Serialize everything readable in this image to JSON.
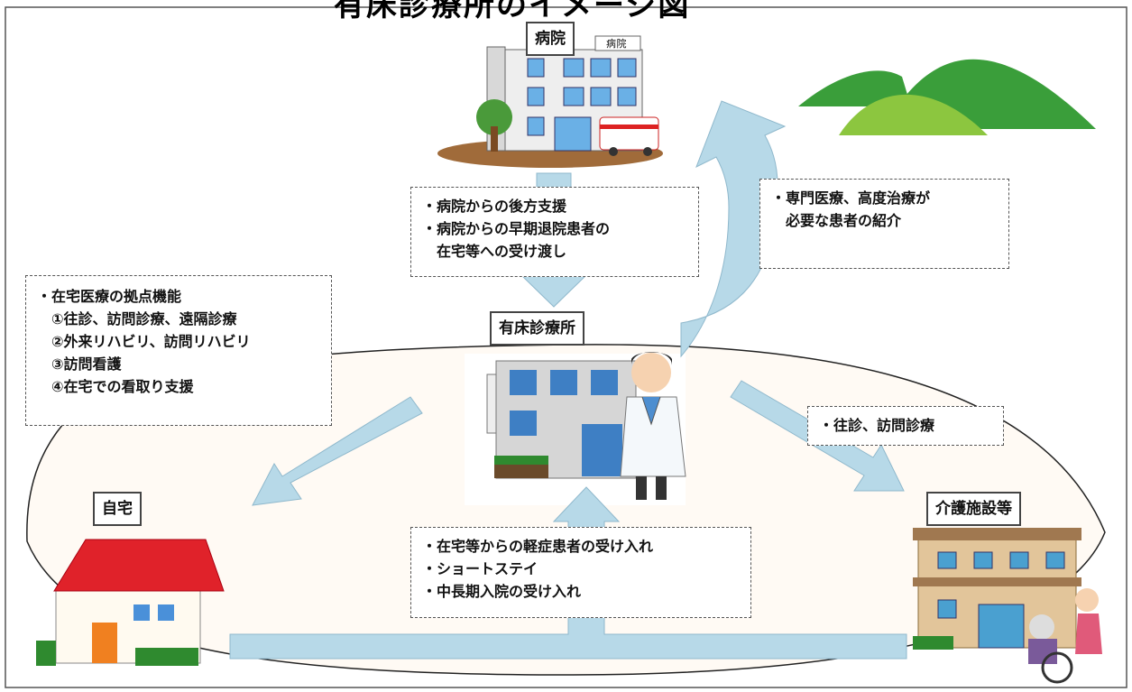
{
  "title": "有床診療所のイメージ図",
  "places": {
    "hospital": "病院",
    "clinic": "有床診療所",
    "home": "自宅",
    "care_facility": "介護施設等"
  },
  "hospital_sign": "病院",
  "notes": {
    "hospital_support": [
      "・病院からの後方支援",
      "・病院からの早期退院患者の",
      "　在宅等への受け渡し"
    ],
    "referral": [
      "・専門医療、高度治療が",
      "　必要な患者の紹介"
    ],
    "home_care_functions": [
      "・在宅医療の拠点機能",
      "　①往診、訪問診療、遠隔診療",
      "　②外来リハビリ、訪問リハビリ",
      "　③訪問看護",
      "　④在宅での看取り支援"
    ],
    "house_call": [
      "・往診、訪問診療"
    ],
    "acceptance": [
      "・在宅等からの軽症患者の受け入れ",
      "・ショートステイ",
      "・中長期入院の受け入れ"
    ]
  },
  "colors": {
    "arrow_fill": "#b7d9e8",
    "arrow_stroke": "#8fb8cc",
    "mountain_dark": "#3a9e3a",
    "mountain_light": "#8cc63f",
    "roof_red": "#e0222a"
  }
}
